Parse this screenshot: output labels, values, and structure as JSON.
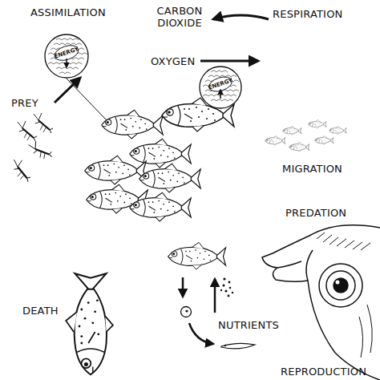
{
  "diagram": {
    "nodes": [
      {
        "text": [
          "ENERGY"
        ]
      },
      {
        "text": [
          "ENERGY"
        ]
      }
    ],
    "labels": [
      "ASSIMILATION",
      "CARBON DIOXIDE",
      "RESPIRATION",
      "OXYGEN",
      "PREY",
      "MIGRATION",
      "PREDATION",
      "DEATH",
      "NUTRIENTS",
      "REPRODUCTION"
    ]
  }
}
